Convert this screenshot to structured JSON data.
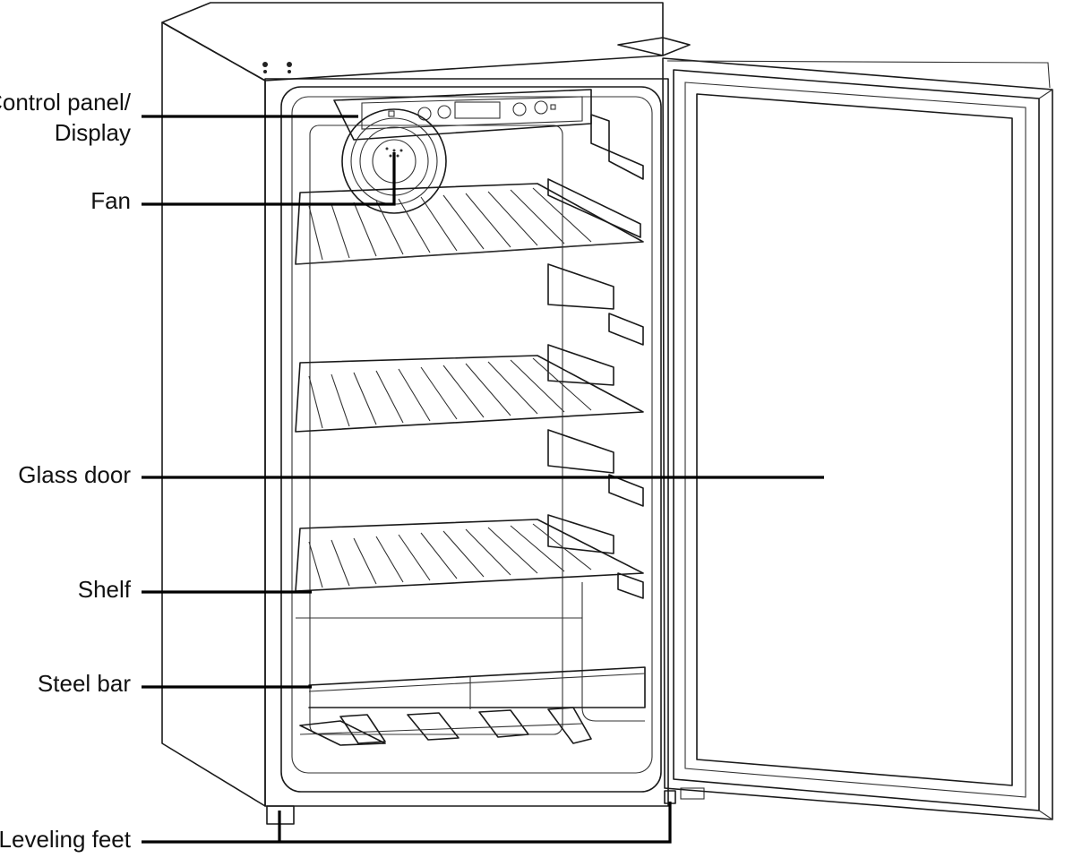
{
  "labels": {
    "control_panel_line1": "Control panel/",
    "control_panel_line2": "Display",
    "fan": "Fan",
    "glass_door": "Glass door",
    "shelf": "Shelf",
    "steel_bar": "Steel bar",
    "leveling_feet": "Leveling feet"
  }
}
